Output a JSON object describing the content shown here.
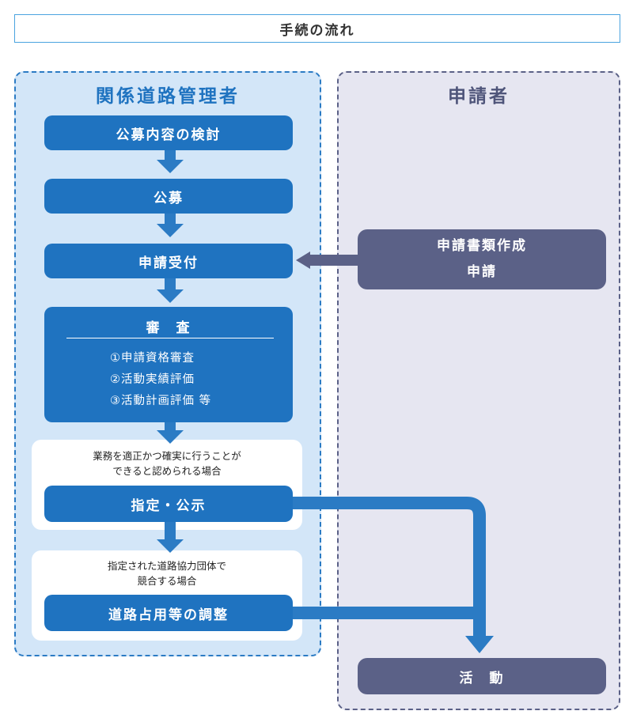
{
  "title": "手続の流れ",
  "lanes": {
    "left": "関係道路管理者",
    "right": "申請者"
  },
  "steps": {
    "review_plan": "公募内容の検討",
    "public_offer": "公募",
    "reception": "申請受付",
    "review": {
      "title": "審　査",
      "items": [
        "①申請資格審査",
        "②活動実績評価",
        "③活動計画評価 等"
      ]
    },
    "condition1": [
      "業務を適正かつ確実に行うことが",
      "できると認められる場合"
    ],
    "designation": "指定・公示",
    "condition2": [
      "指定された道路協力団体で",
      "競合する場合"
    ],
    "adjustment": "道路占用等の調整"
  },
  "applicant": {
    "docs": [
      "申請書類作成",
      "申請"
    ],
    "activity": "活　動"
  },
  "colors": {
    "blue": "#1f73c0",
    "navy": "#5b6187",
    "arrow_blue": "#2b7bc4",
    "lane_left_bg": "#d3e6f8",
    "lane_right_bg": "#e6e6f1"
  }
}
